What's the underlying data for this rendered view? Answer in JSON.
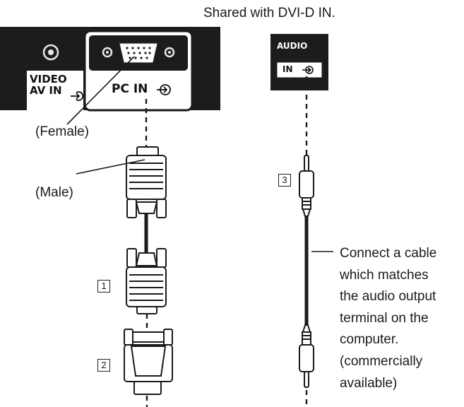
{
  "header_note": "Shared with DVI-D IN.",
  "panel": {
    "video_label_line1": "VIDEO",
    "video_label_line2": "AV IN",
    "pc_label": "PC IN"
  },
  "audio_panel": {
    "title": "AUDIO",
    "in_label": "IN"
  },
  "callouts": {
    "female": "(Female)",
    "male": "(Male)"
  },
  "step_numbers": [
    "1",
    "2",
    "3"
  ],
  "cable_note": [
    "Connect a cable",
    "which matches",
    "the audio output",
    "terminal on the",
    "computer.",
    "(commercially",
    "available)"
  ]
}
